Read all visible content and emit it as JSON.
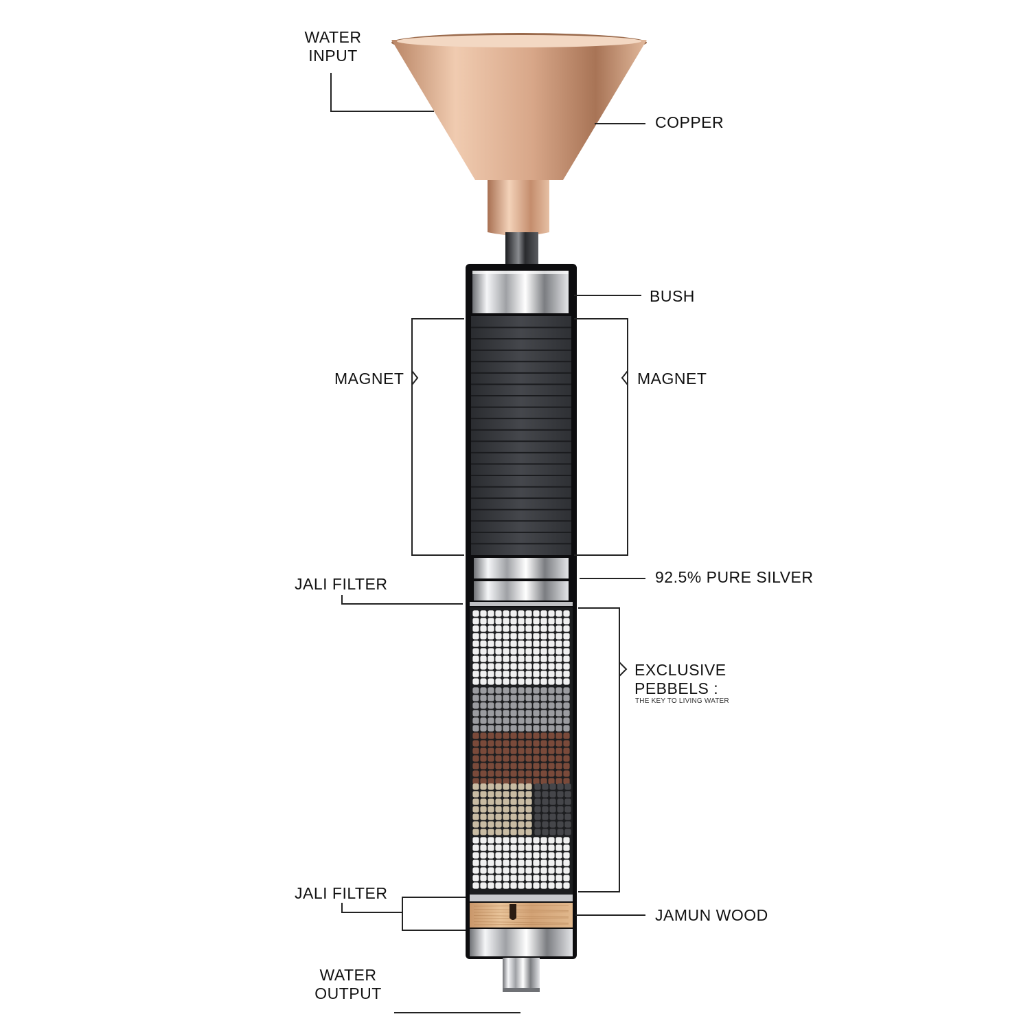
{
  "colors": {
    "copper": "#d9a98a",
    "copper_dark": "#9a6a4c",
    "casing": "#0d0d0f",
    "magnet": "#3a3c40",
    "silver": "#d8d9dc",
    "pebble_white": "#f1f1f1",
    "pebble_grey": "#9b9ca0",
    "pebble_brown": "#7a4a3a",
    "pebble_beige": "#c9bca3",
    "pebble_dark": "#45464a",
    "wood": "#d6ac7d",
    "leader": "#222222"
  },
  "labels": {
    "water_input": [
      "WATER",
      "INPUT"
    ],
    "copper": "COPPER",
    "bush": "BUSH",
    "magnet_left": "MAGNET",
    "magnet_right": "MAGNET",
    "silver": "92.5% PURE SILVER",
    "jali_filter_top": "JALI FILTER",
    "pebbles_title": [
      "EXCLUSIVE",
      "PEBBELS :"
    ],
    "pebbles_tagline": "THE KEY TO LIVING WATER",
    "jali_filter_bottom": "JALI FILTER",
    "jamun_wood": "JAMUN WOOD",
    "water_output": [
      "WATER",
      "OUTPUT"
    ]
  }
}
